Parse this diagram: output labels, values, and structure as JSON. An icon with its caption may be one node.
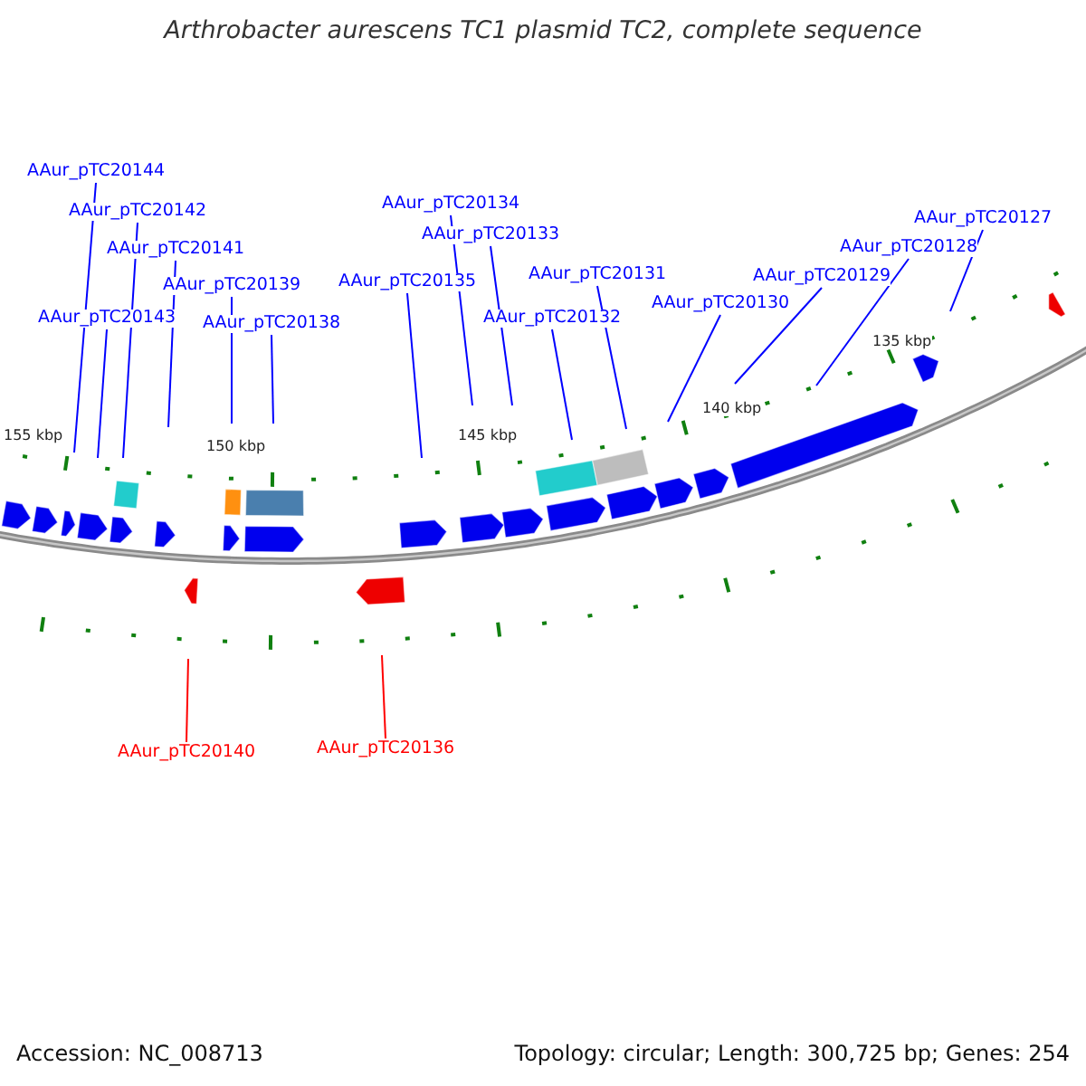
{
  "diagram": {
    "title": "Arthrobacter aurescens TC1 plasmid TC2, complete sequence",
    "nodes": [
      {
        "text": [
          "AAur_pTC20144"
        ]
      },
      {
        "text": [
          "AAur_pTC20134"
        ]
      },
      {
        "text": [
          "AAur_pTC20142"
        ]
      },
      {
        "text": [
          "AAur_pTC20127"
        ]
      },
      {
        "text": [
          "AAur_pTC20133"
        ]
      },
      {
        "text": [
          "AAur_pTC20128"
        ]
      },
      {
        "text": [
          "AAur_pTC20141"
        ]
      },
      {
        "text": [
          "AAur_pTC20131"
        ]
      },
      {
        "text": [
          "AAur_pTC20129"
        ]
      },
      {
        "text": [
          "AAur_pTC20135"
        ]
      },
      {
        "text": [
          "AAur_pTC20139"
        ]
      },
      {
        "text": [
          "AAur_pTC20130"
        ]
      },
      {
        "text": [
          "AAur_pTC20143"
        ]
      },
      {
        "text": [
          "AAur_pTC20132"
        ]
      },
      {
        "text": [
          "AAur_pTC20138"
        ]
      },
      {
        "text": [
          "AAur_pTC20136"
        ]
      },
      {
        "text": [
          "AAur_pTC20140"
        ]
      }
    ],
    "edges": [
      {
        "from": 0,
        "to": null,
        "arrow": "none"
      },
      {
        "from": 1,
        "to": null,
        "arrow": "none"
      },
      {
        "from": 2,
        "to": null,
        "arrow": "none"
      },
      {
        "from": 3,
        "to": null,
        "arrow": "none"
      },
      {
        "from": 4,
        "to": null,
        "arrow": "none"
      },
      {
        "from": 5,
        "to": null,
        "arrow": "none"
      },
      {
        "from": 6,
        "to": null,
        "arrow": "none"
      },
      {
        "from": 7,
        "to": null,
        "arrow": "none"
      },
      {
        "from": 8,
        "to": null,
        "arrow": "none"
      },
      {
        "from": 9,
        "to": null,
        "arrow": "none"
      },
      {
        "from": 10,
        "to": null,
        "arrow": "none"
      },
      {
        "from": 11,
        "to": null,
        "arrow": "none"
      },
      {
        "from": 12,
        "to": null,
        "arrow": "none"
      },
      {
        "from": 13,
        "to": null,
        "arrow": "none"
      },
      {
        "from": 14,
        "to": null,
        "arrow": "none"
      },
      {
        "from": 15,
        "to": null,
        "arrow": "none",
        "color": "#ff0000"
      },
      {
        "from": 16,
        "to": null,
        "arrow": "none",
        "color": "#ff0000"
      }
    ],
    "labels": [
      "155 kbp",
      "150 kbp",
      "145 kbp",
      "140 kbp",
      "135 kbp",
      "Accession: NC_008713",
      "Topology: circular; Length: 300,725 bp; Genes: 254"
    ]
  }
}
